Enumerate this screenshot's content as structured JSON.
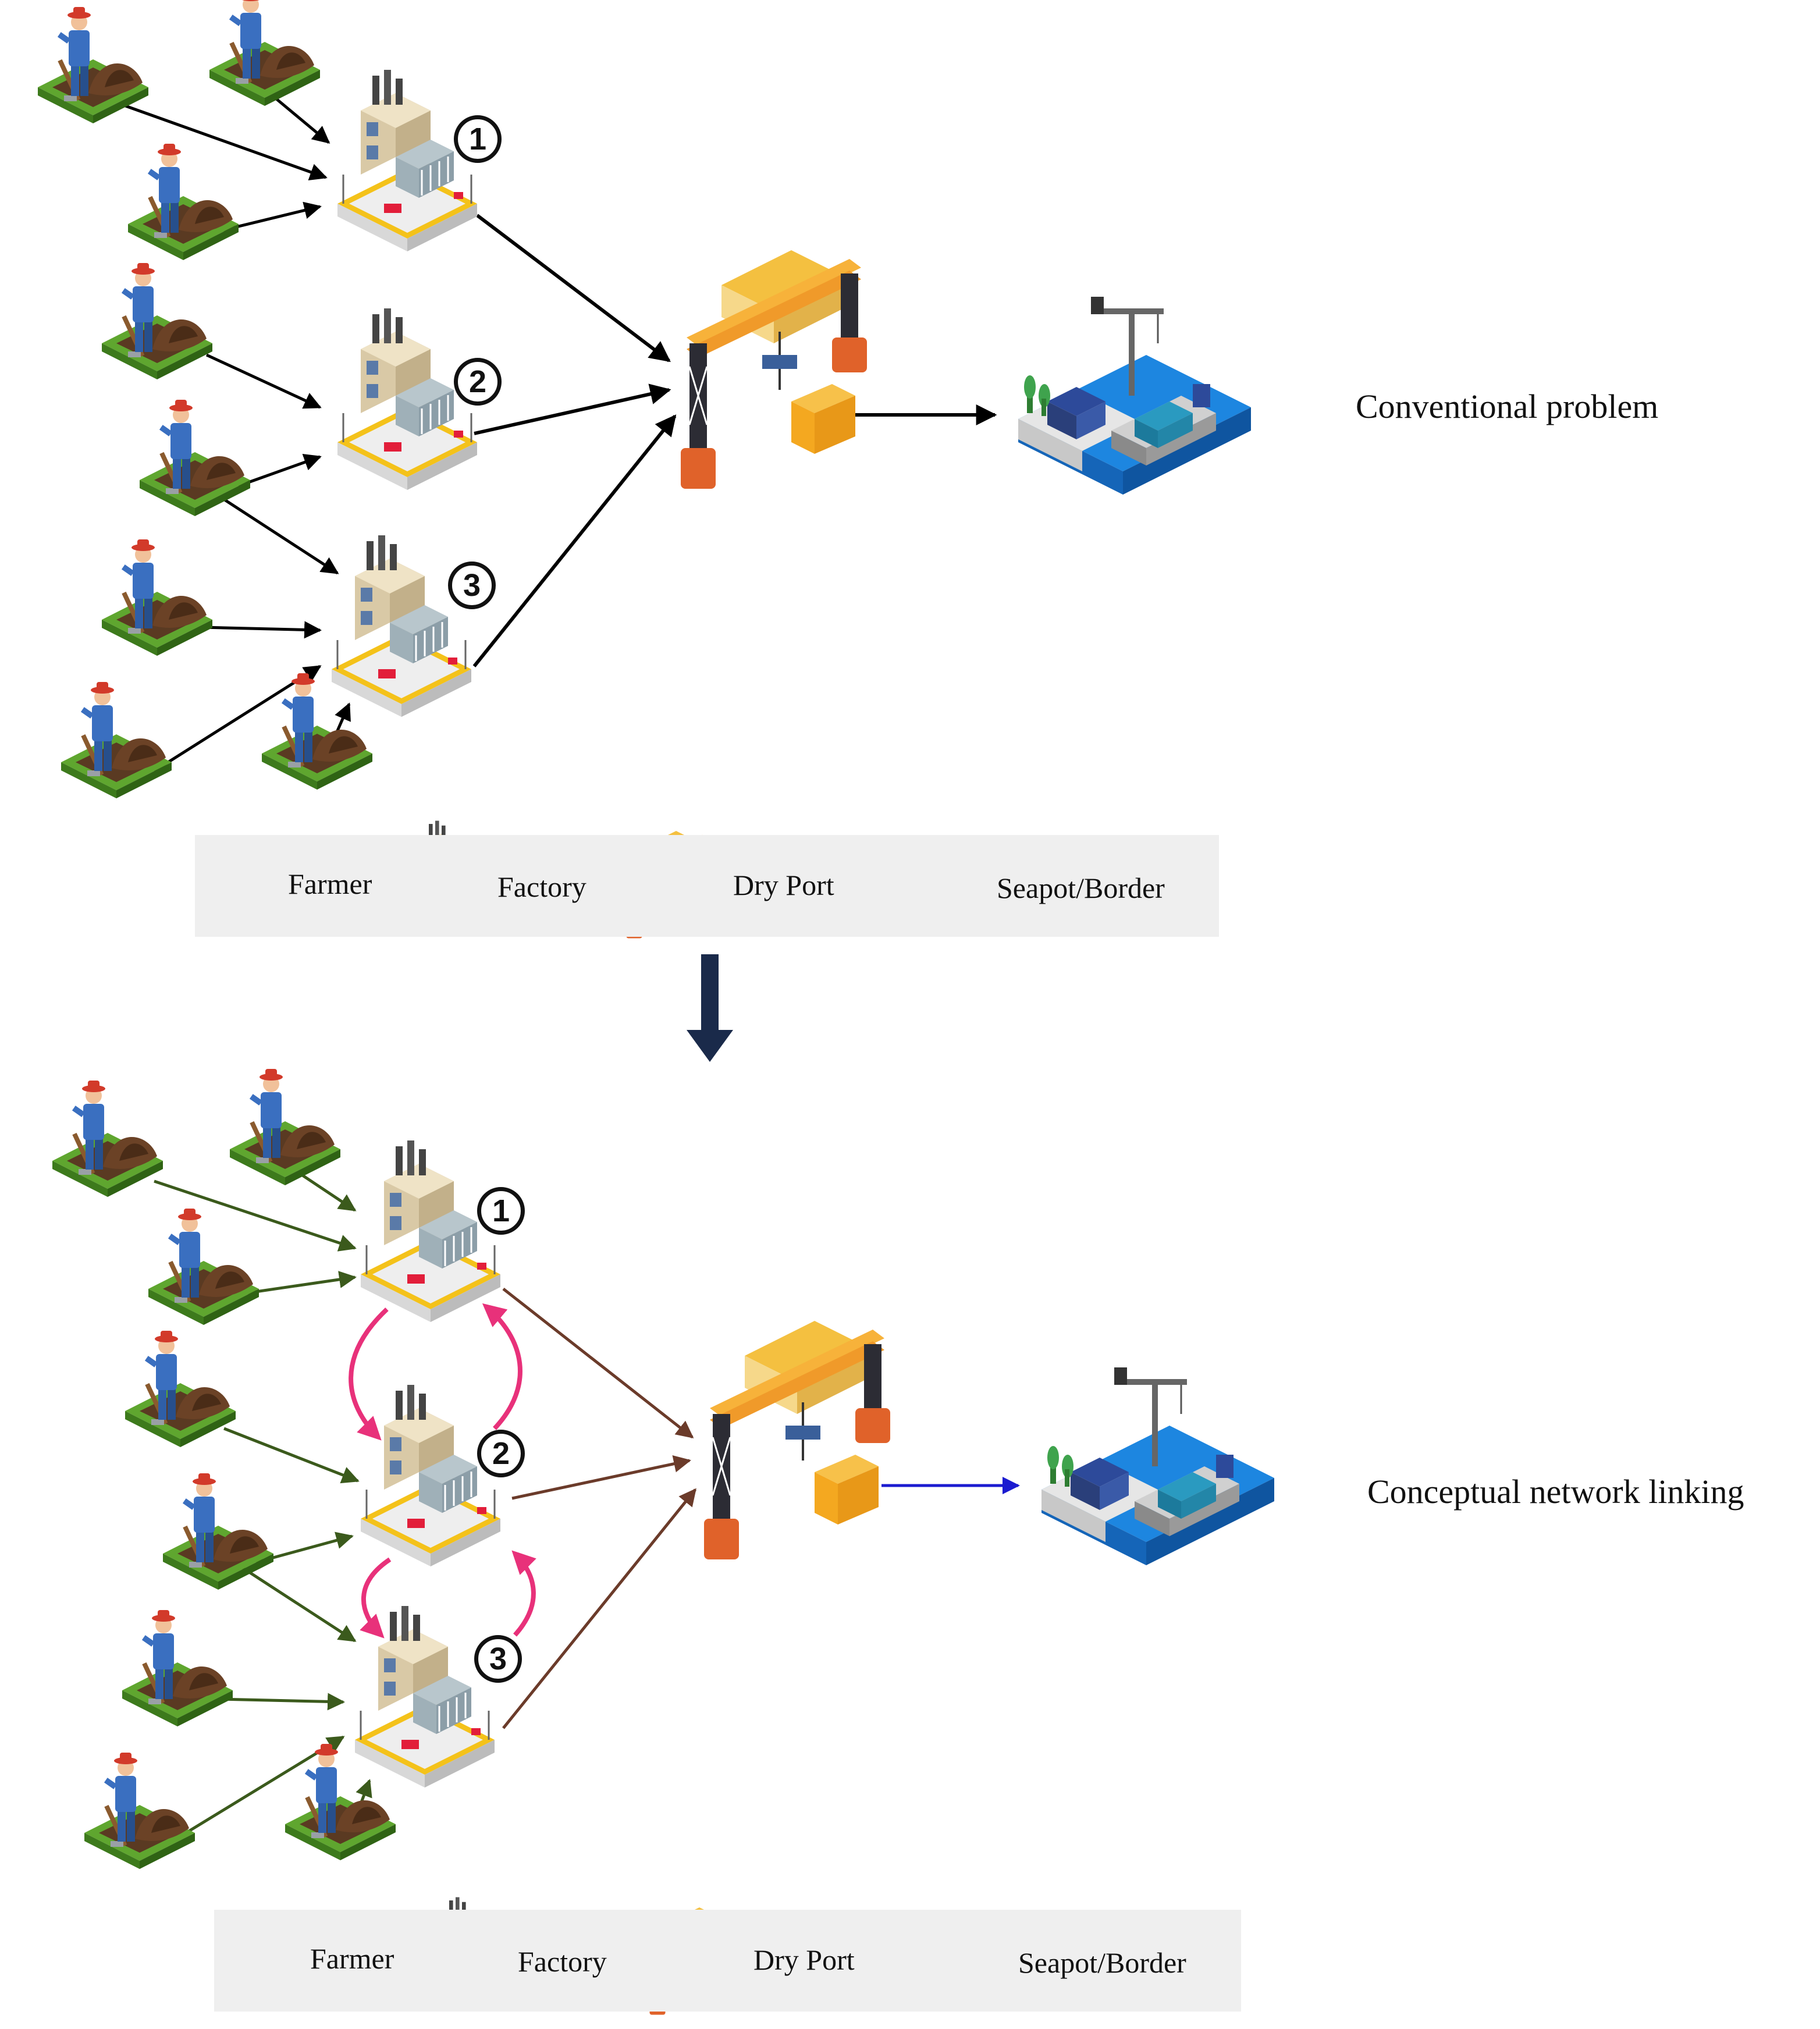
{
  "section_top": {
    "label": "Conventional problem"
  },
  "section_bottom": {
    "label": "Conceptual network linking"
  },
  "factory_badges": [
    "1",
    "2",
    "3"
  ],
  "legend": {
    "farmer": "Farmer",
    "factory": "Factory",
    "dry_port": "Dry Port",
    "seaport": "Seapot/Border"
  },
  "colors": {
    "top_arrows": "#000000",
    "bottom_farmer_arrows": "#3b5a1c",
    "bottom_factory_to_port": "#6b3b2a",
    "bottom_port_to_sea": "#1b1bd0",
    "factory_links": "#e8317a",
    "transition_arrow": "#1a2a4a"
  },
  "icons": [
    "farmer-icon",
    "factory-icon",
    "dry-port-icon",
    "seaport-icon"
  ]
}
